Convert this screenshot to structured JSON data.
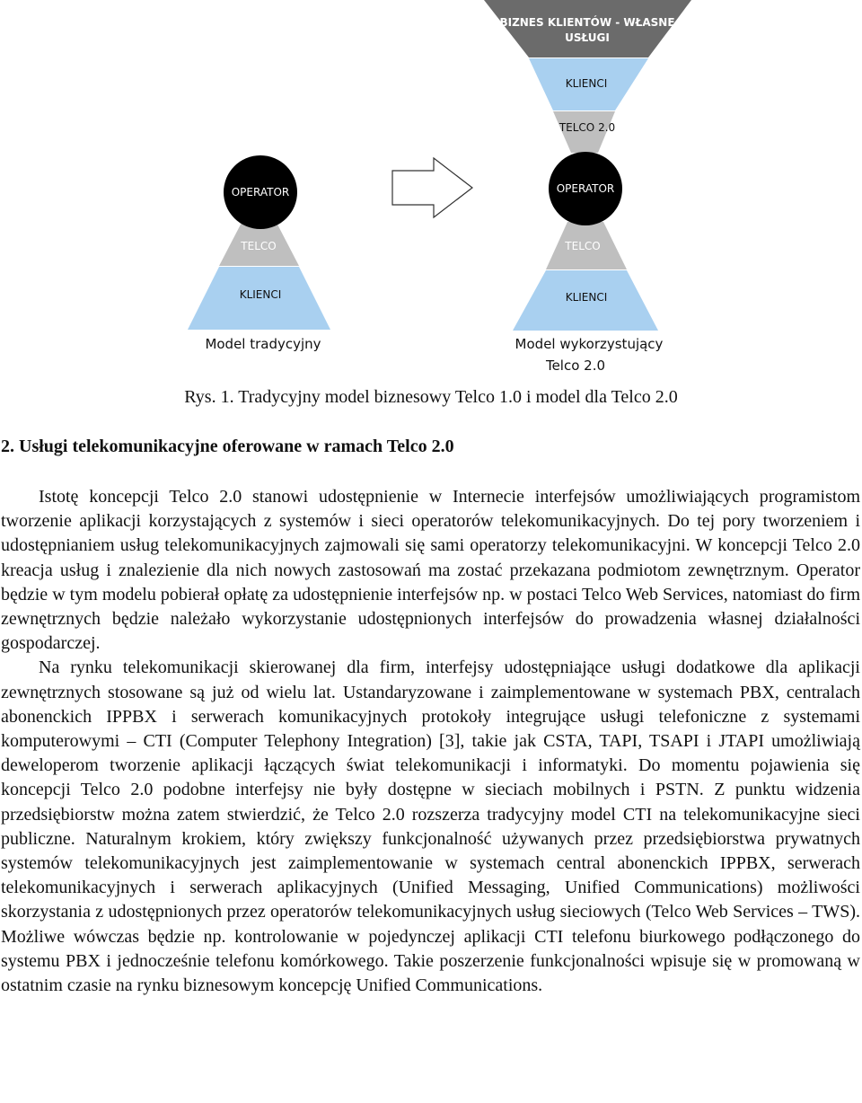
{
  "figure": {
    "left_model": {
      "operator": "OPERATOR",
      "telco": "TELCO",
      "clients": "KLIENCI",
      "caption": "Model tradycyjny"
    },
    "right_model": {
      "business": "BIZNES KLIENTÓW - WŁASNE USŁUGI",
      "business_line1": "BIZNES KLIENTÓW - WŁASNE",
      "business_line2": "USŁUGI",
      "clients_top": "KLIENCI",
      "telco20": "TELCO 2.0",
      "operator": "OPERATOR",
      "telco": "TELCO",
      "clients_bottom": "KLIENCI",
      "caption_line1": "Model wykorzystujący",
      "caption_line2": "Telco 2.0"
    },
    "colors": {
      "dark": "#6b6b6b",
      "mid": "#bfbfbf",
      "light": "#a9d0f0",
      "operator": "#000000"
    }
  },
  "caption": "Rys. 1. Tradycyjny model biznesowy Telco 1.0 i model dla Telco 2.0",
  "section_heading": "2. Usługi telekomunikacyjne oferowane w ramach Telco 2.0",
  "paragraphs": [
    "Istotę koncepcji Telco 2.0 stanowi udostępnienie w Internecie interfejsów umożliwiających programistom tworzenie aplikacji korzystających z systemów i sieci operatorów telekomunikacyjnych. Do tej pory tworzeniem i udostępnianiem usług telekomunikacyjnych zajmowali się sami operatorzy telekomunikacyjni. W koncepcji Telco 2.0 kreacja usług i znalezienie dla nich nowych zastosowań ma zostać przekazana podmiotom zewnętrznym. Operator będzie w tym modelu pobierał opłatę za udostępnienie interfejsów np. w postaci Telco Web Services, natomiast do firm zewnętrznych będzie należało wykorzystanie udostępnionych interfejsów do prowadzenia własnej działalności gospodarczej.",
    "Na rynku telekomunikacji skierowanej dla firm, interfejsy udostępniające usługi dodatkowe dla aplikacji zewnętrznych stosowane są już od wielu lat. Ustandaryzowane i zaimplementowane w systemach PBX, centralach abonenckich IPPBX i serwerach komunikacyjnych protokoły integrujące usługi telefoniczne z systemami komputerowymi – CTI (Computer Telephony Integration) [3], takie jak CSTA, TAPI, TSAPI i JTAPI umożliwiają deweloperom tworzenie aplikacji łączących świat telekomunikacji i informatyki. Do momentu pojawienia się koncepcji Telco 2.0 podobne interfejsy nie były dostępne w sieciach mobilnych i PSTN. Z punktu widzenia przedsiębiorstw można zatem stwierdzić, że Telco 2.0 rozszerza tradycyjny model CTI na telekomunikacyjne sieci publiczne. Naturalnym krokiem, który zwiększy funkcjonalność używanych przez przedsiębiorstwa prywatnych systemów telekomunikacyjnych jest zaimplementowanie w systemach central abonenckich IPPBX, serwerach telekomunikacyjnych i serwerach aplikacyjnych (Unified Messaging, Unified Communications) możliwości skorzystania z udostępnionych przez operatorów telekomunikacyjnych usług sieciowych (Telco Web Services – TWS). Możliwe wówczas będzie np. kontrolowanie w pojedynczej aplikacji CTI telefonu biurkowego podłączonego do systemu PBX i jednocześnie telefonu komórkowego. Takie poszerzenie funkcjonalności wpisuje się w promowaną w ostatnim czasie na rynku biznesowym koncepcję Unified Communications."
  ]
}
